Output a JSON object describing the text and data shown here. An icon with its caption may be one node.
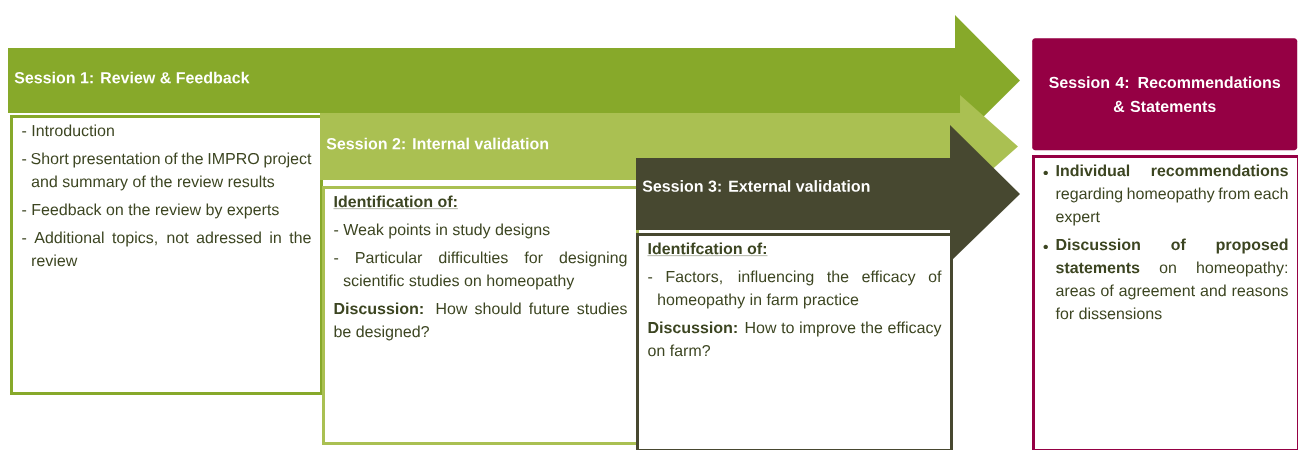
{
  "diagram": {
    "nodes": [
      {
        "text": [
          "Session 1: Review & Feedback"
        ]
      },
      {
        "text": [
          "- Introduction",
          "- Short presentation of the IMPRO project and summary of the review results",
          "- Feedback on the review by experts",
          "- Additional topics, not adressed in the review"
        ]
      },
      {
        "text": [
          "Session 2: Internal validation"
        ]
      },
      {
        "text": [
          "Identification of:",
          "- Weak points in study designs",
          "- Particular difficulties for designing scientific studies on homeopathy",
          "**Discussion:** How should future studies be designed?"
        ]
      },
      {
        "text": [
          "Session 3: External validation"
        ]
      },
      {
        "text": [
          "Identifcation of:",
          "- Factors, influencing the efficacy of homeopathy in farm practice",
          "**Discussion:** How to improve the efficacy on farm?"
        ]
      },
      {
        "text": [
          "Session 4: Recommendations & Statements"
        ]
      },
      {
        "text": [
          "**Individual recommendations** regarding homeopathy from each expert",
          "**Discussion of proposed statements** on homeopathy: areas of agreement and reasons for dissensions"
        ]
      }
    ]
  }
}
